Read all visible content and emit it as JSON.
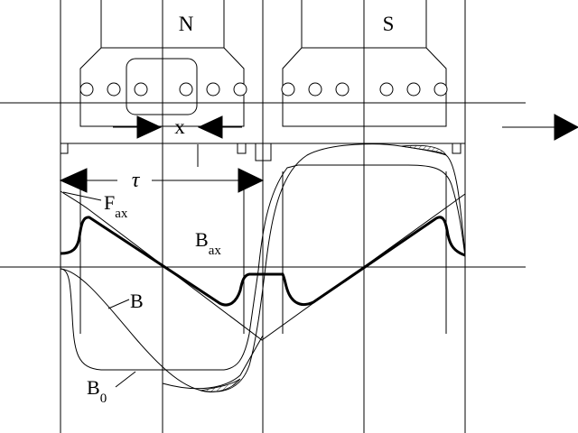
{
  "labels": {
    "north_pole": "N",
    "south_pole": "S",
    "x_label": "x",
    "tau_label": "τ",
    "f_ax_main": "F",
    "f_ax_sub": "ax",
    "b_ax_main": "B",
    "b_ax_sub": "ax",
    "b_label": "B",
    "b0_main": "B",
    "b0_sub": "0"
  },
  "colors": {
    "stroke": "#000000",
    "background": "#ffffff",
    "hatch": "#000000"
  },
  "icons": {
    "direction_arrow": "right-arrow-icon"
  }
}
